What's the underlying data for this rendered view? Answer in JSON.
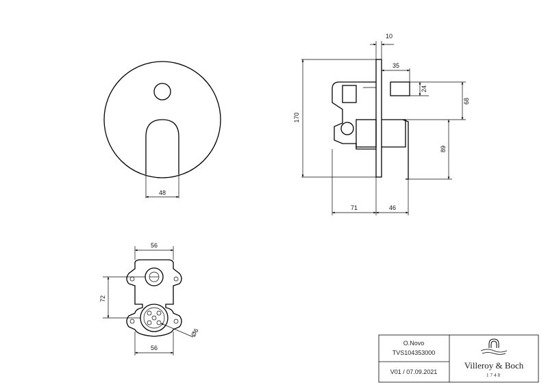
{
  "dimensions": {
    "front_width": "48",
    "side_height": "170",
    "side_plate": "10",
    "side_top_offset": "35",
    "side_pipe": "24",
    "side_68": "68",
    "side_89": "89",
    "side_71": "71",
    "side_46": "46",
    "rear_top_width": "56",
    "rear_height": "72",
    "rear_bottom_width": "56",
    "rear_hole": "Ø6"
  },
  "title_block": {
    "product_name": "O.Novo",
    "product_code": "TVS104353000",
    "version": "V01 / 07.09.2021",
    "brand_name": "Villeroy & Boch",
    "brand_year": "1748"
  }
}
